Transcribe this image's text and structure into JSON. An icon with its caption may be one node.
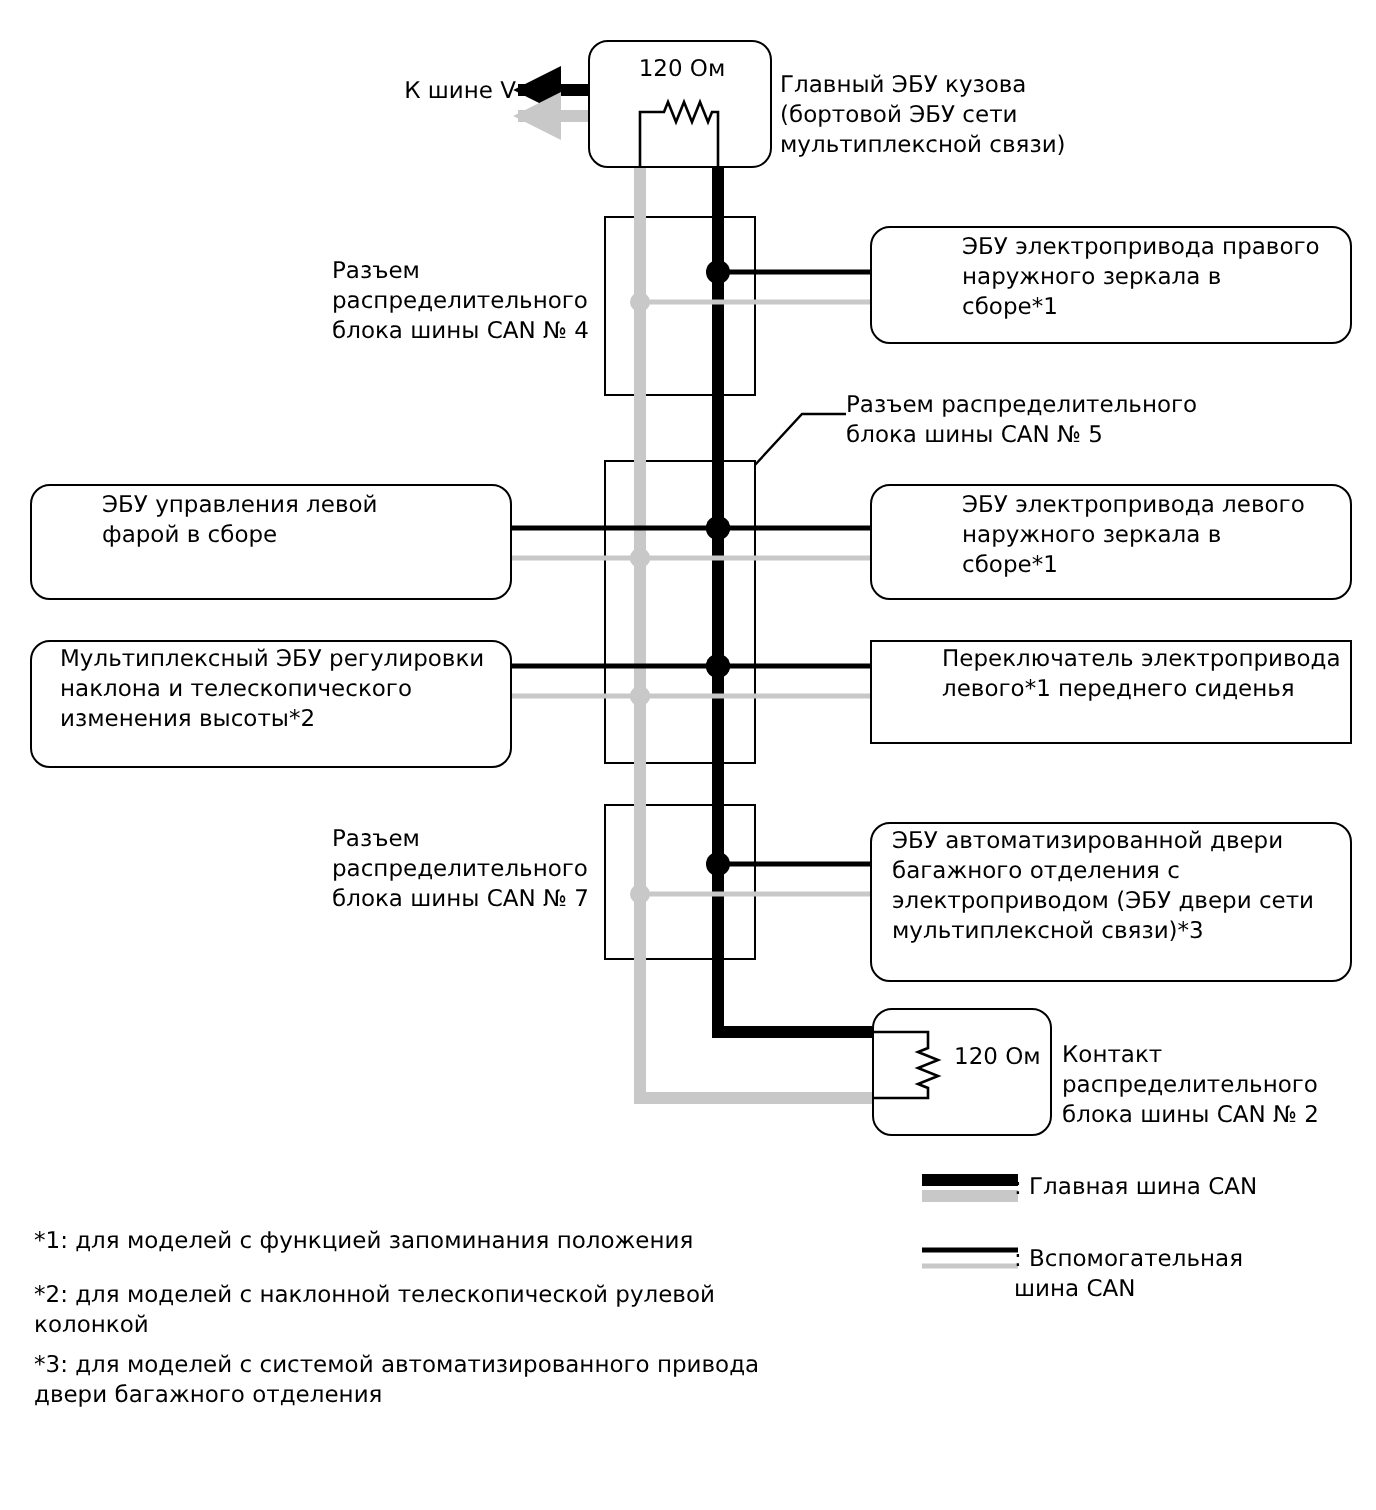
{
  "diagram": {
    "nodes": [
      {
        "text": [
          "120 Ом"
        ],
        "beside": [
          "Главный ЭБУ кузова (бортовой ЭБУ сети мультиплексной связи)"
        ]
      },
      {
        "text": [
          "К шине V"
        ]
      },
      {
        "text": [],
        "shape": "box",
        "beside": [
          "Разъем распределительного блока шины CAN № 4"
        ]
      },
      {
        "text": [
          "ЭБУ электропривода правого наружного зеркала в сборе*1"
        ]
      },
      {
        "text": [
          "Разъем распределительного блока шины CAN № 5"
        ]
      },
      {
        "text": [],
        "shape": "box"
      },
      {
        "text": [
          "ЭБУ управления левой фарой в сборе"
        ]
      },
      {
        "text": [
          "ЭБУ электропривода левого наружного зеркала в сборе*1"
        ]
      },
      {
        "text": [
          "Мультиплексный ЭБУ регулировки наклона и телескопического изменения высоты*2"
        ]
      },
      {
        "text": [
          "Переключатель электропривода левого*1 переднего сиденья"
        ]
      },
      {
        "text": [],
        "shape": "box",
        "beside": [
          "Разъем распределительного блока шины CAN № 7"
        ]
      },
      {
        "text": [
          "ЭБУ автоматизированной двери багажного отделения с электроприводом (ЭБУ двери сети мультиплексной связи)*3"
        ]
      },
      {
        "text": [
          "120 Ом"
        ],
        "beside": [
          "Контакт распределительного блока шины CAN № 2"
        ]
      }
    ],
    "edges": [
      {
        "from": 0,
        "to": 1,
        "arrow": "to",
        "style": "thick"
      },
      {
        "from": 0,
        "to": 1,
        "arrow": "to",
        "style": "thick",
        "color": "#c8c8c8"
      },
      {
        "from": 0,
        "to": 2,
        "arrow": "none",
        "style": "thick"
      },
      {
        "from": 0,
        "to": 2,
        "arrow": "none",
        "style": "thick",
        "color": "#c8c8c8"
      },
      {
        "from": 2,
        "to": 5,
        "arrow": "none",
        "style": "thick"
      },
      {
        "from": 2,
        "to": 5,
        "arrow": "none",
        "style": "thick",
        "color": "#c8c8c8"
      },
      {
        "from": 5,
        "to": 10,
        "arrow": "none",
        "style": "thick"
      },
      {
        "from": 5,
        "to": 10,
        "arrow": "none",
        "style": "thick",
        "color": "#c8c8c8"
      },
      {
        "from": 10,
        "to": 12,
        "arrow": "none",
        "style": "thick"
      },
      {
        "from": 10,
        "to": 12,
        "arrow": "none",
        "style": "thick",
        "color": "#c8c8c8"
      },
      {
        "from": 2,
        "to": 3,
        "arrow": "none"
      },
      {
        "from": 2,
        "to": 3,
        "arrow": "none",
        "color": "#c8c8c8"
      },
      {
        "from": 5,
        "to": 6,
        "arrow": "none"
      },
      {
        "from": 5,
        "to": 6,
        "arrow": "none",
        "color": "#c8c8c8"
      },
      {
        "from": 5,
        "to": 7,
        "arrow": "none"
      },
      {
        "from": 5,
        "to": 7,
        "arrow": "none",
        "color": "#c8c8c8"
      },
      {
        "from": 5,
        "to": 8,
        "arrow": "none"
      },
      {
        "from": 5,
        "to": 8,
        "arrow": "none",
        "color": "#c8c8c8"
      },
      {
        "from": 5,
        "to": 9,
        "arrow": "none"
      },
      {
        "from": 5,
        "to": 9,
        "arrow": "none",
        "color": "#c8c8c8"
      },
      {
        "from": 10,
        "to": 11,
        "arrow": "none"
      },
      {
        "from": 10,
        "to": 11,
        "arrow": "none",
        "color": "#c8c8c8"
      },
      {
        "from": 4,
        "to": 5,
        "arrow": "none"
      }
    ],
    "labels": [
      "*1: для моделей с функцией запоминания положения",
      "*2: для моделей с наклонной телескопической рулевой колонкой",
      "*3: для моделей с системой автоматизированного привода двери багажного отделения"
    ],
    "legend": [
      {
        "text": ": Главная шина CAN"
      },
      {
        "text": ": Вспомогательная шина CAN"
      }
    ]
  }
}
